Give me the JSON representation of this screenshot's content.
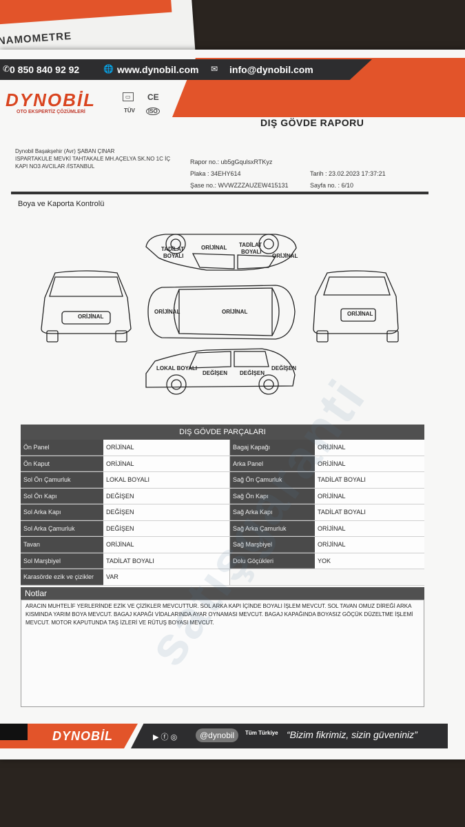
{
  "back_sheet": {
    "title": "INAMOMETRE"
  },
  "header": {
    "phone": "0 850 840 92 92",
    "website": "www.dynobil.com",
    "email": "info@dynobil.com",
    "brand": "DYNOBİL",
    "brand_sub": "OTO EKSPERTİZ ÇÖZÜMLERİ",
    "cert_ce": "CE",
    "cert_tuv": "TÜV",
    "cert_iso": "ISO",
    "report_title": "DIŞ GÖVDE RAPORU"
  },
  "address": {
    "line1": "Dynobil Başakşehir (Avr) ŞABAN ÇINAR",
    "line2": "ISPARTAKULE MEVKİ TAHTAKALE MH.AÇELYA SK.NO 1C İÇ",
    "line3": "KAPI NO3 AVCILAR /İSTANBUL"
  },
  "meta": {
    "rapor_no": "Rapor no.: ub5gGqulsxRTKyz",
    "plaka": "Plaka : 34EHY614",
    "sase_no": "Şase no.: WVWZZZAUZEW415131",
    "tarih": "Tarih : 23.02.2023 17:37:21",
    "sayfa": "Sayfa no. : 6/10"
  },
  "section_title": "Boya ve Kaporta Kontrolü",
  "diagram_labels": {
    "right_tadilat": "TADİLAT",
    "right_boyali": "BOYALI",
    "right_orijinal": "ORİJİNAL",
    "right_tadilat2": "TADİLAT",
    "right_boyali2": "BOYALI",
    "right_orijinal2": "ORİJİNAL",
    "front": "ORİJİNAL",
    "top_hood": "ORİJİNAL",
    "top_roof": "ORİJİNAL",
    "rear": "ORİJİNAL",
    "left_lokal": "LOKAL BOYALI",
    "left_degisen1": "DEĞİŞEN",
    "left_degisen2": "DEĞİŞEN",
    "left_degisen3": "DEĞİŞEN"
  },
  "parts_table": {
    "title": "DIŞ GÖVDE PARÇALARI",
    "rows": [
      {
        "l1": "Ön Panel",
        "v1": "ORİJİNAL",
        "l2": "Bagaj Kapağı",
        "v2": "ORİJİNAL"
      },
      {
        "l1": "Ön Kaput",
        "v1": "ORİJİNAL",
        "l2": "Arka Panel",
        "v2": "ORİJİNAL"
      },
      {
        "l1": "Sol Ön Çamurluk",
        "v1": "LOKAL BOYALI",
        "l2": "Sağ Ön Çamurluk",
        "v2": "TADİLAT BOYALI"
      },
      {
        "l1": "Sol Ön Kapı",
        "v1": "DEĞİŞEN",
        "l2": "Sağ Ön Kapı",
        "v2": "ORİJİNAL"
      },
      {
        "l1": "Sol Arka Kapı",
        "v1": "DEĞİŞEN",
        "l2": "Sağ Arka Kapı",
        "v2": "TADİLAT BOYALI"
      },
      {
        "l1": "Sol Arka Çamurluk",
        "v1": "DEĞİŞEN",
        "l2": "Sağ Arka Çamurluk",
        "v2": "ORİJİNAL"
      },
      {
        "l1": "Tavan",
        "v1": "ORİJİNAL",
        "l2": "Sağ Marşbiyel",
        "v2": "ORİJİNAL"
      },
      {
        "l1": "Sol Marşbiyel",
        "v1": "TADİLAT BOYALI",
        "l2": "Dolu Göçükleri",
        "v2": "YOK"
      },
      {
        "l1": "Karasörde ezik ve çizikler",
        "v1": "VAR",
        "l2": "",
        "v2": ""
      }
    ]
  },
  "notes": {
    "title": "Notlar",
    "text": "ARACIN MUHTELİF YERLERİNDE EZİK VE ÇİZİKLER MEVCUTTUR. SOL ARKA KAPI İÇİNDE BOYALI İŞLEM MEVCUT. SOL TAVAN OMUZ DİREĞİ ARKA KISMINDA YARIM BOYA MEVCUT. BAGAJ KAPAĞI VİDALARINDA AYAR OYNAMASI MEVCUT. BAGAJ KAPAĞINDA BOYASIZ GÖÇÜK DÜZELTME İŞLEMİ MEVCUT. MOTOR KAPUTUNDA TAŞ İZLERİ VE RÜTUŞ BOYASI MEVCUT."
  },
  "footer": {
    "brand": "DYNOBİL",
    "handle": "@dynobil",
    "coverage": "Tüm Türkiye",
    "slogan": "“Bizim fikrimiz, sizin güveniniz”"
  },
  "watermark": "satışgaranti",
  "colors": {
    "accent": "#e2542a",
    "dark": "#2d2d2f",
    "label_bg": "#4a4a4a"
  }
}
